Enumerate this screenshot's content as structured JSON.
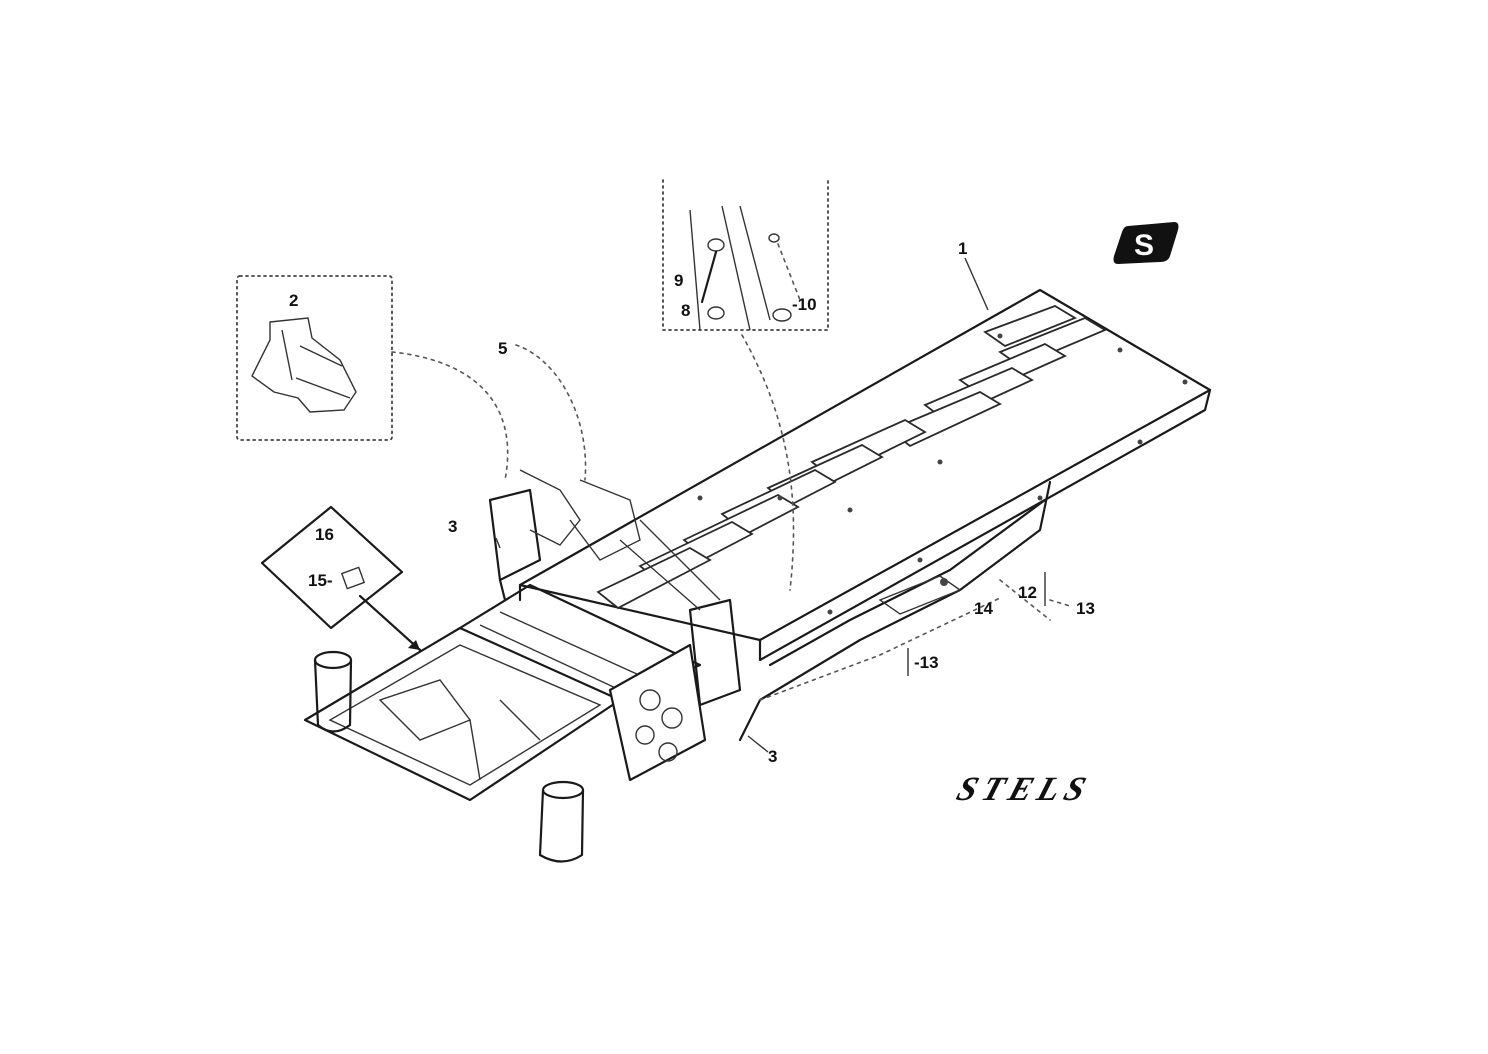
{
  "diagram": {
    "callouts": {
      "c1": "1",
      "c2": "2",
      "c3a": "3",
      "c3b": "3",
      "c5": "5",
      "c8": "8",
      "c9": "9",
      "c10": "-10",
      "c12": "12",
      "c13a": "13",
      "c13b": "-13",
      "c14": "14",
      "c15": "15-",
      "c16": "16"
    },
    "brand": {
      "logo_mark": "S",
      "wordmark": "STELS"
    },
    "colors": {
      "line": "#1a1a1a",
      "background": "#ffffff"
    }
  }
}
